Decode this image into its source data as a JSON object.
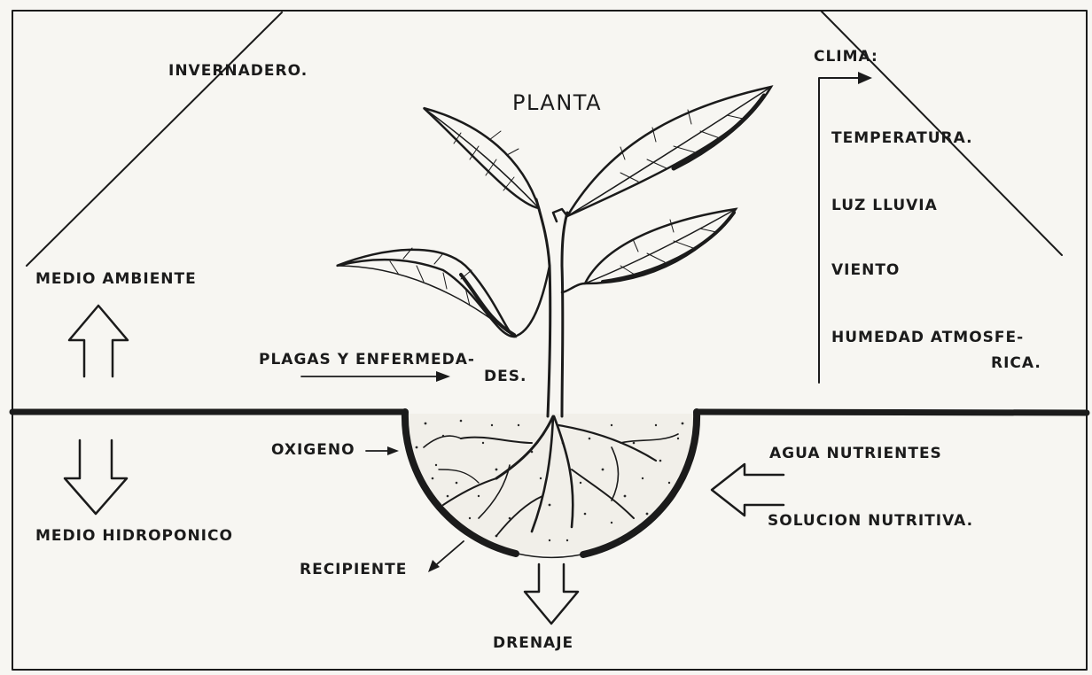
{
  "labels": {
    "invernadero": "INVERNADERO.",
    "planta": "PLANTA",
    "clima": "CLIMA:",
    "temperatura": "TEMPERATURA.",
    "luz_lluvia": "LUZ LLUVIA",
    "viento": "VIENTO",
    "humedad_line1": "HUMEDAD ATMOSFE-",
    "humedad_line2": "RICA.",
    "medio_ambiente": "MEDIO AMBIENTE",
    "medio_hidroponico": "MEDIO HIDROPONICO",
    "plagas_line1": "PLAGAS Y ENFERMEDA-",
    "plagas_line2": "DES.",
    "oxigeno": "OXIGENO",
    "recipiente": "RECIPIENTE",
    "drenaje": "DRENAJE",
    "agua_nutrientes": "AGUA NUTRIENTES",
    "solucion_nutritiva": "SOLUCION NUTRITIVA."
  },
  "colors": {
    "ink": "#1b1b1b",
    "paper": "#f7f6f2"
  }
}
